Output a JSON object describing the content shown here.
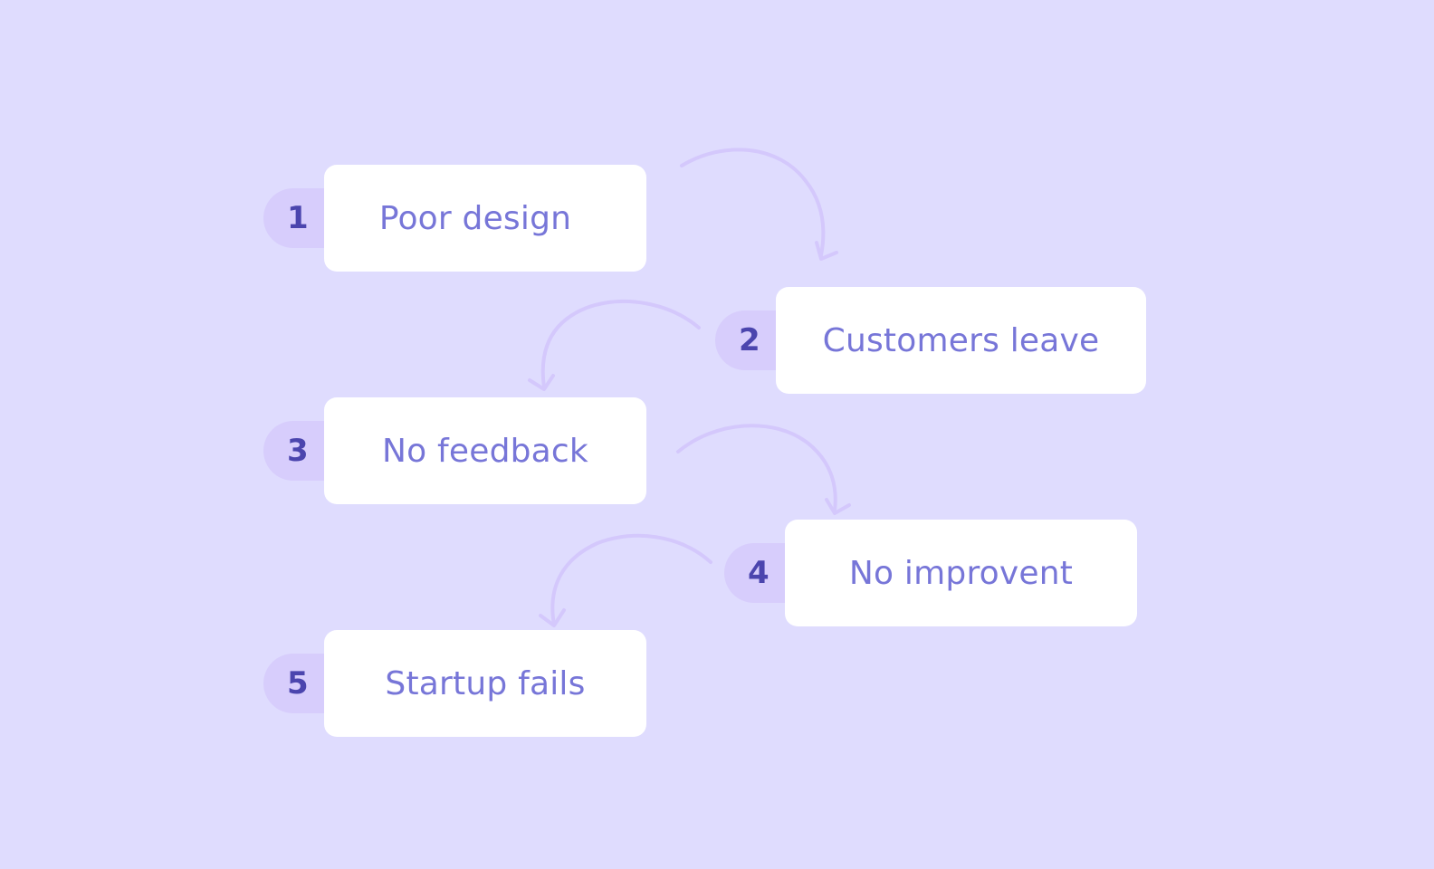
{
  "diagram": {
    "type": "cause-and-effect chain",
    "colors": {
      "background": "#DFDCFE",
      "card": "#FFFFFF",
      "badge": "#D7CDFC",
      "badge_number": "#4B45AE",
      "label": "#7776D8",
      "arrow": "#D4C8FC"
    },
    "steps": [
      {
        "number": "1",
        "label": "Poor design"
      },
      {
        "number": "2",
        "label": "Customers leave"
      },
      {
        "number": "3",
        "label": "No feedback"
      },
      {
        "number": "4",
        "label": "No improvent"
      },
      {
        "number": "5",
        "label": "Startup fails"
      }
    ],
    "arrows": [
      {
        "from": "1",
        "to": "2",
        "icon": "curved-arrow-right-down-icon"
      },
      {
        "from": "2",
        "to": "3",
        "icon": "curved-arrow-left-down-icon"
      },
      {
        "from": "3",
        "to": "4",
        "icon": "curved-arrow-right-down-icon"
      },
      {
        "from": "4",
        "to": "5",
        "icon": "curved-arrow-left-down-icon"
      }
    ]
  }
}
